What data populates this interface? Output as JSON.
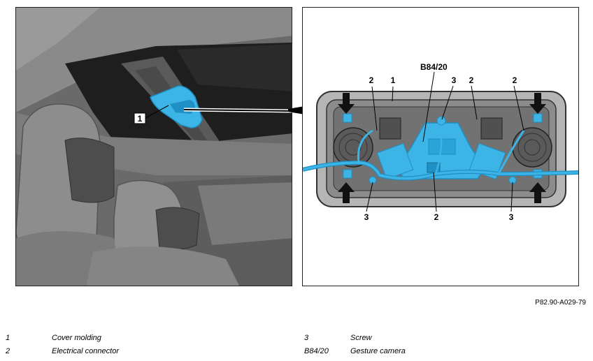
{
  "callouts": {
    "left_1": "1",
    "b84": "B84/20",
    "top_2a": "2",
    "top_1": "1",
    "top_3": "3",
    "top_2b": "2",
    "top_2c": "2",
    "bot_3a": "3",
    "bot_2": "2",
    "bot_3b": "3"
  },
  "figure_code": "P82.90-A029-79",
  "legend": [
    {
      "num": "1",
      "label": "Cover molding"
    },
    {
      "num": "2",
      "label": "Electrical connector"
    },
    {
      "num": "3",
      "label": "Screw"
    },
    {
      "num": "B84/20",
      "label": "Gesture camera"
    }
  ],
  "colors": {
    "highlight": "#3cb4e6",
    "highlight_dark": "#1f8fc4",
    "interior": "#6a6a6a"
  }
}
